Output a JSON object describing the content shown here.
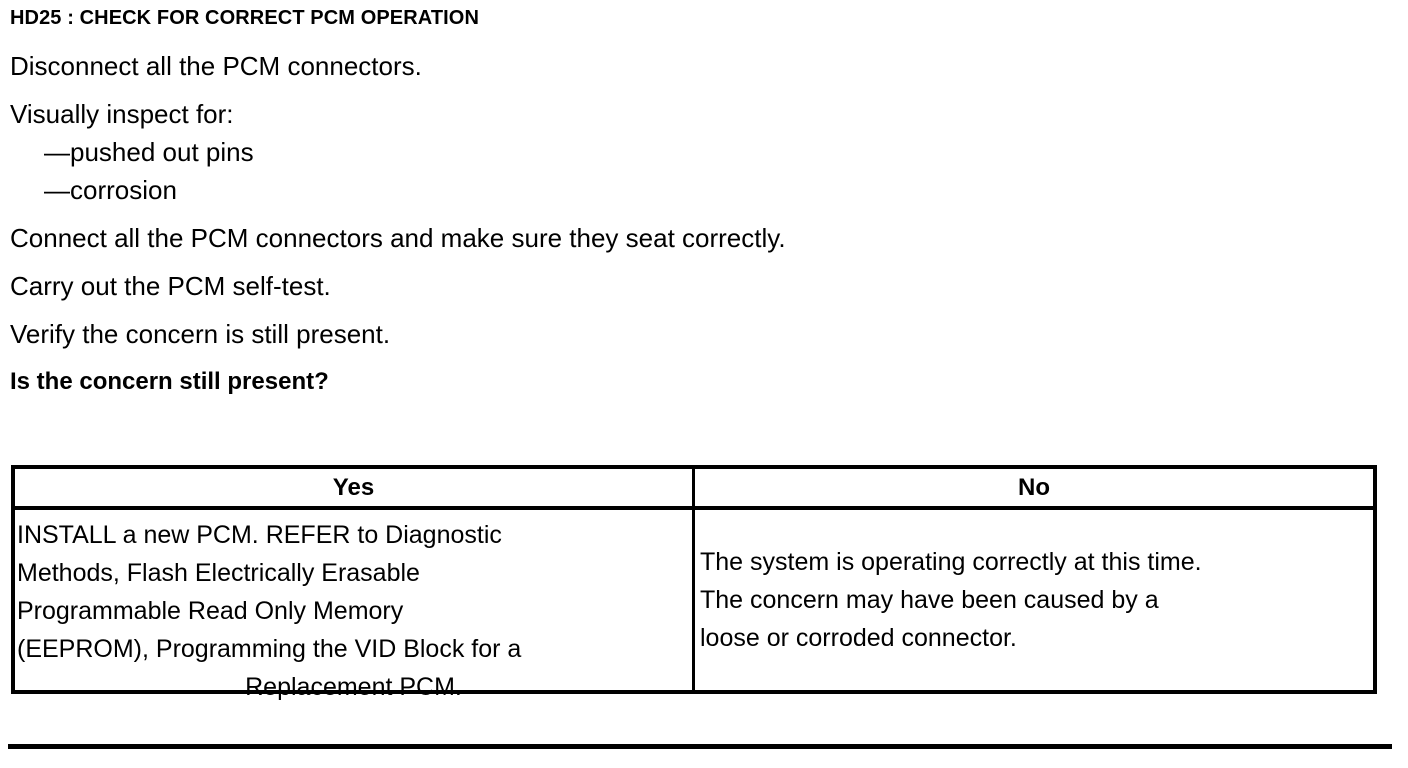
{
  "document": {
    "step_title": "HD25 : CHECK FOR CORRECT PCM OPERATION",
    "instructions": [
      "Disconnect all the PCM connectors.",
      "Visually inspect for:",
      "—pushed out pins",
      "—corrosion",
      "Connect all the PCM connectors and make sure they seat correctly.",
      "Carry out the PCM self-test.",
      "Verify the concern is still present."
    ],
    "question": "Is the concern still present?"
  },
  "decision_table": {
    "columns": [
      {
        "header": "Yes"
      },
      {
        "header": "No"
      }
    ],
    "yes_cell_lines": [
      "INSTALL a new PCM. REFER to Diagnostic",
      "Methods, Flash Electrically Erasable",
      "Programmable Read Only Memory",
      "(EEPROM), Programming the VID Block for a",
      "Replacement PCM."
    ],
    "no_cell_lines": [
      "The system is operating correctly at this time.",
      "The concern may have been caused by a",
      "loose or corroded connector."
    ]
  },
  "colors": {
    "ink": "#000000",
    "paper": "#ffffff"
  }
}
